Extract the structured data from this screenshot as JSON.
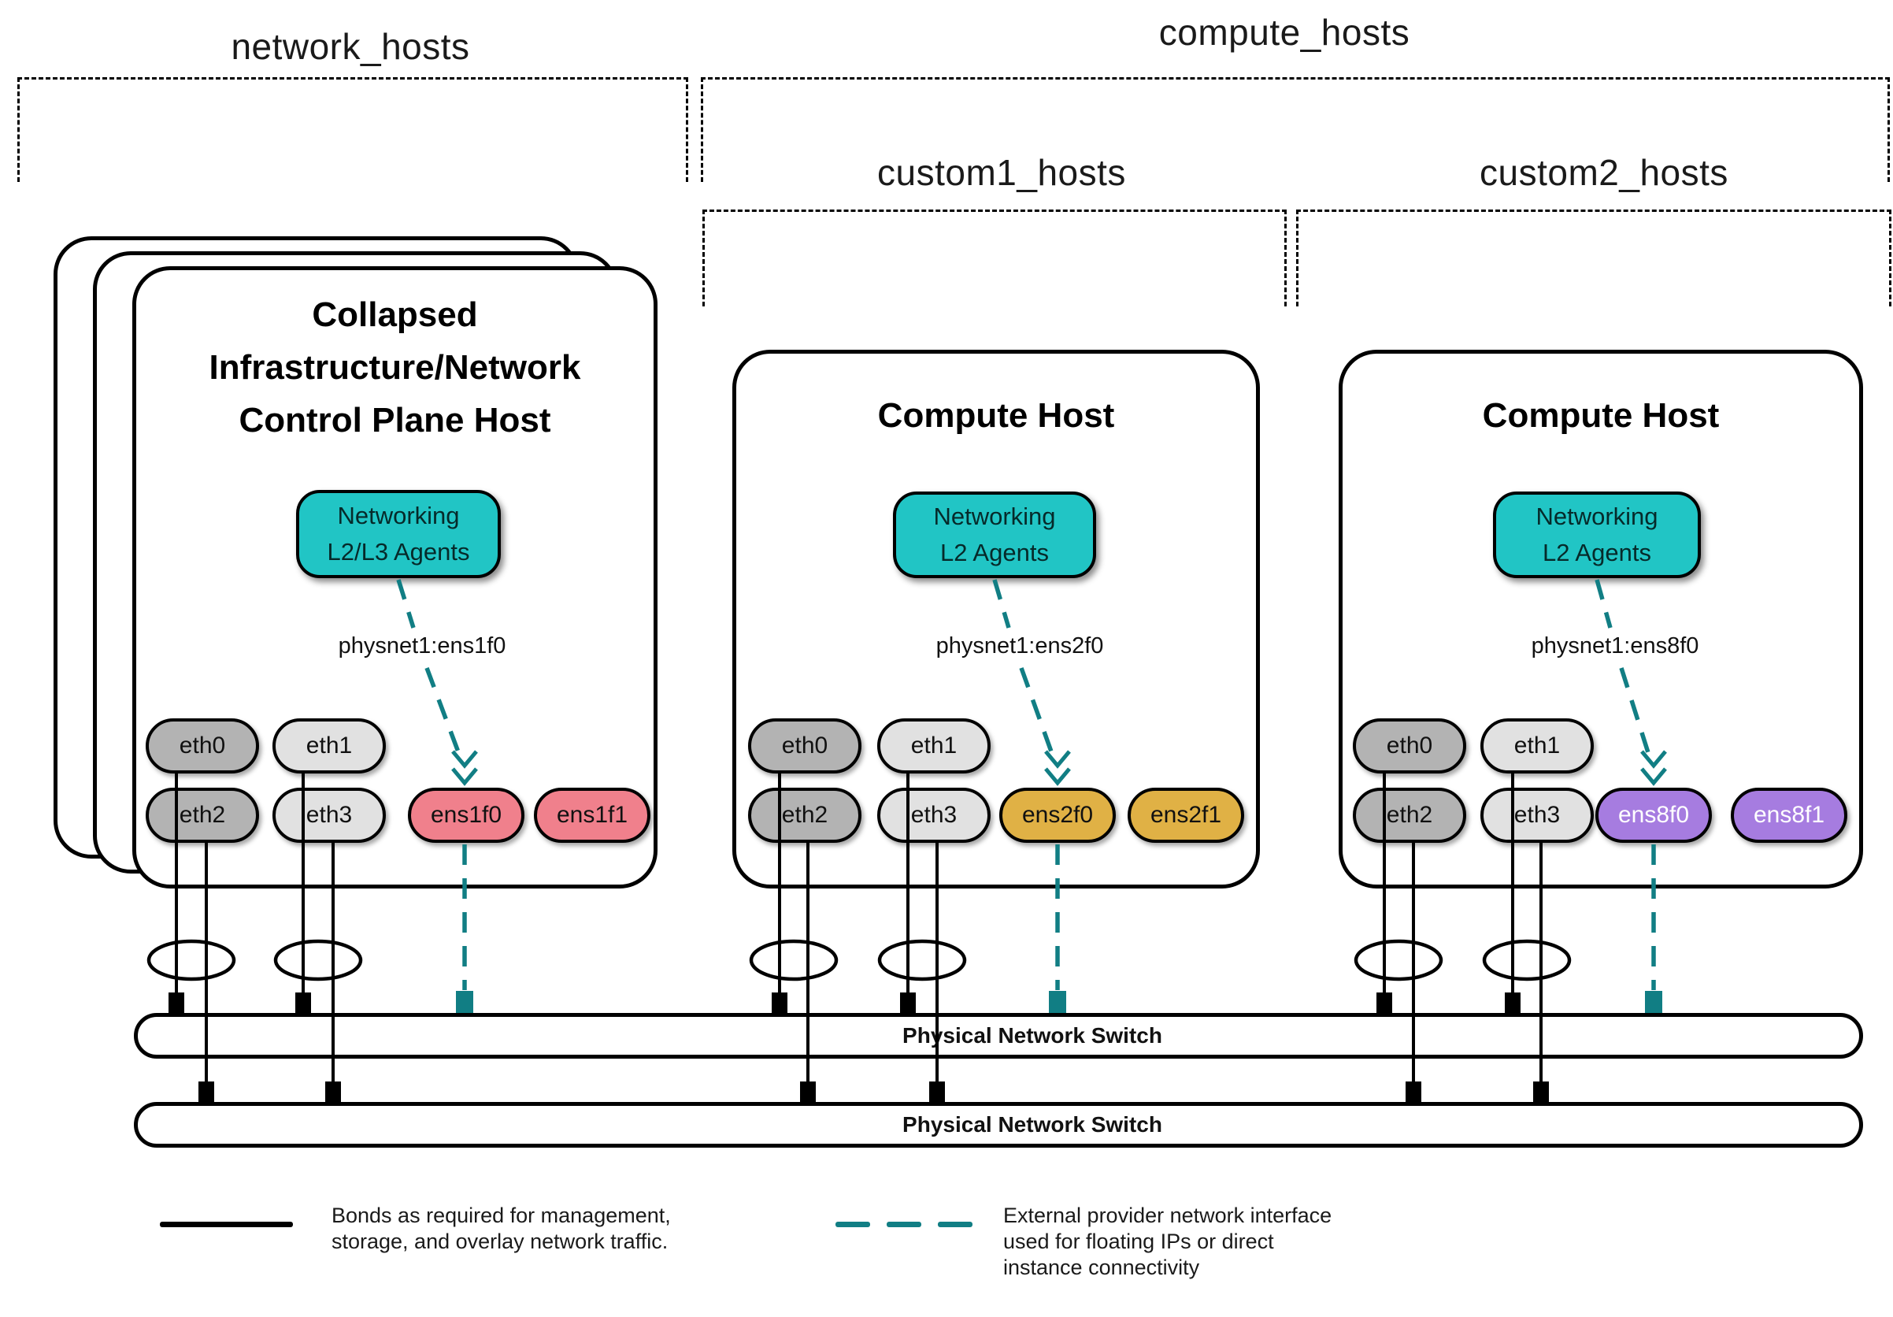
{
  "groups": {
    "network_hosts": "network_hosts",
    "compute_hosts": "compute_hosts",
    "custom1_hosts": "custom1_hosts",
    "custom2_hosts": "custom2_hosts"
  },
  "hosts": [
    {
      "title_lines": [
        "Collapsed",
        "Infrastructure/Network",
        "Control Plane Host"
      ],
      "agent_lines": [
        "Networking",
        "L2/L3 Agents"
      ],
      "physnet": "physnet1:ens1f0",
      "nics": [
        "eth0",
        "eth1",
        "eth2",
        "eth3",
        "ens1f0",
        "ens1f1"
      ]
    },
    {
      "title_lines": [
        "Compute Host"
      ],
      "agent_lines": [
        "Networking",
        "L2 Agents"
      ],
      "physnet": "physnet1:ens2f0",
      "nics": [
        "eth0",
        "eth1",
        "eth2",
        "eth3",
        "ens2f0",
        "ens2f1"
      ]
    },
    {
      "title_lines": [
        "Compute Host"
      ],
      "agent_lines": [
        "Networking",
        "L2 Agents"
      ],
      "physnet": "physnet1:ens8f0",
      "nics": [
        "eth0",
        "eth1",
        "eth2",
        "eth3",
        "ens8f0",
        "ens8f1"
      ]
    }
  ],
  "switches": [
    "Physical Network Switch",
    "Physical Network Switch"
  ],
  "legend": {
    "bond_lines": [
      "Bonds as required for management,",
      "storage, and overlay network traffic."
    ],
    "provider_lines": [
      "External provider network interface",
      "used for floating IPs or direct",
      "instance connectivity"
    ]
  },
  "colors": {
    "agent_teal": "#21c5c5",
    "provider_dash_teal": "#117e84",
    "nic_dark_gray": "#b3b3b3",
    "nic_light_gray": "#e1e1e1",
    "nic_pink": "#f0808c",
    "nic_gold": "#e0b145",
    "nic_purple": "#a67ce0",
    "line_black": "#000000"
  }
}
